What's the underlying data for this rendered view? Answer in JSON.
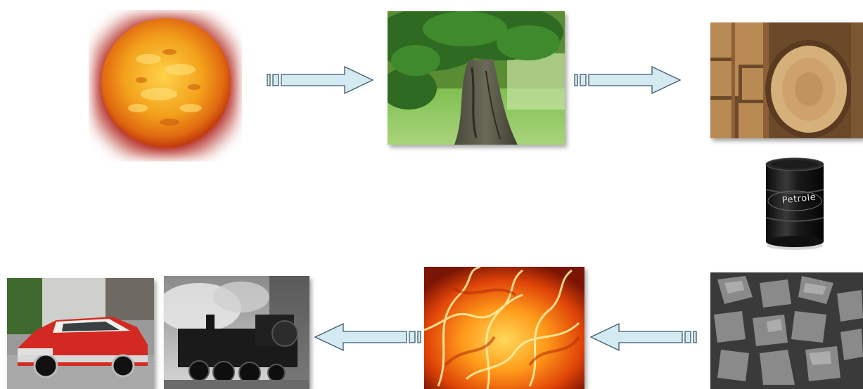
{
  "diagram": {
    "nodes": [
      {
        "id": "sun",
        "icon": "sun-image"
      },
      {
        "id": "tree",
        "icon": "tree-image"
      },
      {
        "id": "logs",
        "icon": "wood-logs-image"
      },
      {
        "id": "oil-barrel",
        "icon": "oil-barrel-image",
        "label": "Petrole"
      },
      {
        "id": "coal",
        "icon": "coal-image"
      },
      {
        "id": "fire",
        "icon": "fire-image"
      },
      {
        "id": "train",
        "icon": "steam-train-image"
      },
      {
        "id": "car",
        "icon": "vintage-car-image"
      }
    ],
    "edges": [
      {
        "from": "sun",
        "to": "tree"
      },
      {
        "from": "tree",
        "to": "logs"
      },
      {
        "from": "coal",
        "to": "fire"
      },
      {
        "from": "fire",
        "to": "train"
      }
    ],
    "colors": {
      "arrow_fill": "#d4eaf3",
      "arrow_stroke": "#3b5a68"
    }
  }
}
